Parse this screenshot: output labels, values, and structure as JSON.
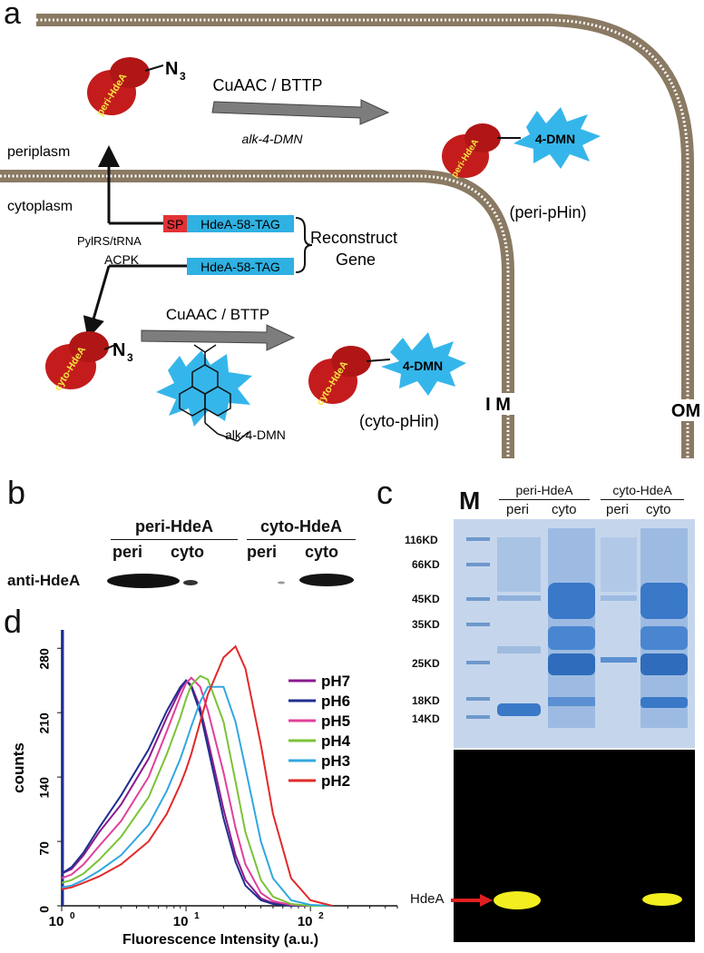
{
  "panel_a": {
    "label": "a",
    "peri_protein": "peri-HdeA",
    "azide": "N",
    "azide_sub": "3",
    "reaction_top": "CuAAC / BTTP",
    "reagent_top": "alk-4-DMN",
    "fluor_tag": "4-DMN",
    "peri_product": "(peri-pHin)",
    "periplasm": "periplasm",
    "cytoplasm": "cytoplasm",
    "sp": "SP",
    "gene_peri": "HdeA-58-TAG",
    "gene_cyto": "HdeA-58-TAG",
    "pylrs": "PylRS/tRNA",
    "acpk": "ACPK",
    "reconstruct_1": "Reconstruct",
    "reconstruct_2": "Gene",
    "cyto_protein": "cyto-HdeA",
    "reaction_bottom": "CuAAC / BTTP",
    "reagent_bottom": "alk-4-DMN",
    "cyto_product": "(cyto-pHin)",
    "im": "I M",
    "om": "OM",
    "colors": {
      "membrane": "#8a7a63",
      "protein": "#c41c1c",
      "protein_text": "#f5e640",
      "fluor": "#35b6ea",
      "gene_box": "#2fb1e2",
      "sp_box": "#e23236"
    }
  },
  "panel_b": {
    "label": "b",
    "groups": [
      "peri-HdeA",
      "cyto-HdeA"
    ],
    "lanes": [
      "peri",
      "cyto",
      "peri",
      "cyto"
    ],
    "row_label": "anti-HdeA"
  },
  "panel_c": {
    "label": "c",
    "marker": "M",
    "groups": [
      "peri-HdeA",
      "cyto-HdeA"
    ],
    "lanes": [
      "peri",
      "cyto",
      "peri",
      "cyto"
    ],
    "mw": [
      "116KD",
      "66KD",
      "45KD",
      "35KD",
      "25KD",
      "18KD",
      "14KD"
    ],
    "band_label": "HdeA",
    "colors": {
      "gel": "#c5d6ec",
      "band": "#3a78c8",
      "fluor_bg": "#000000",
      "fluor_band": "#f2ee20",
      "arrow": "#e02020"
    }
  },
  "chart_data": {
    "type": "line",
    "panel_label": "d",
    "xlabel": "Fluorescence Intensity (a.u.)",
    "ylabel": "counts",
    "x_scale": "log",
    "xlim": [
      1,
      500
    ],
    "ylim": [
      0,
      300
    ],
    "x_ticks": [
      {
        "base": "10",
        "exp": "0"
      },
      {
        "base": "10",
        "exp": "1"
      },
      {
        "base": "10",
        "exp": "2"
      }
    ],
    "y_ticks": [
      0,
      70,
      140,
      210,
      280
    ],
    "x": [
      1,
      1.2,
      1.5,
      2,
      3,
      5,
      7,
      9,
      10,
      11,
      13,
      15,
      20,
      25,
      30,
      40,
      50,
      70,
      100,
      150
    ],
    "series": [
      {
        "name": "pH7",
        "color": "#8b1a8e",
        "values": [
          35,
          40,
          55,
          80,
          110,
          160,
          205,
          235,
          245,
          240,
          215,
          180,
          105,
          55,
          28,
          8,
          3,
          1,
          0,
          0
        ]
      },
      {
        "name": "pH6",
        "color": "#1f2f8f",
        "values": [
          35,
          42,
          58,
          85,
          120,
          170,
          212,
          238,
          245,
          238,
          210,
          172,
          95,
          48,
          22,
          6,
          2,
          0,
          0,
          0
        ]
      },
      {
        "name": "pH5",
        "color": "#e0409a",
        "values": [
          30,
          34,
          45,
          65,
          92,
          140,
          190,
          228,
          242,
          248,
          238,
          212,
          145,
          85,
          45,
          14,
          5,
          1,
          0,
          0
        ]
      },
      {
        "name": "pH4",
        "color": "#7ac238",
        "values": [
          25,
          28,
          35,
          50,
          75,
          118,
          165,
          205,
          225,
          240,
          250,
          246,
          200,
          135,
          80,
          28,
          10,
          2,
          0,
          0
        ]
      },
      {
        "name": "pH3",
        "color": "#32a8e0",
        "values": [
          20,
          22,
          28,
          38,
          55,
          88,
          125,
          160,
          178,
          195,
          222,
          238,
          238,
          200,
          150,
          70,
          30,
          6,
          1,
          0
        ]
      },
      {
        "name": "pH2",
        "color": "#e12a2a",
        "values": [
          18,
          20,
          25,
          32,
          45,
          70,
          100,
          132,
          148,
          165,
          200,
          230,
          270,
          282,
          258,
          175,
          100,
          30,
          6,
          0
        ]
      }
    ]
  }
}
